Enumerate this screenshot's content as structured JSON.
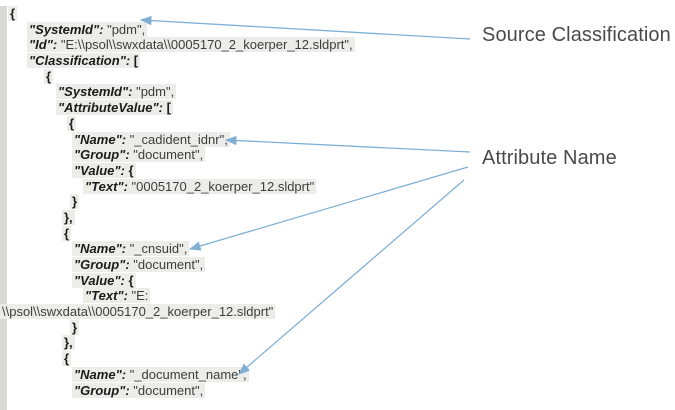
{
  "colors": {
    "background": "#ffffff",
    "gutter_bar": "#d8d8d5",
    "code_highlight": "#ecece9",
    "key_text": "#1b1b1b",
    "value_text": "#3d3d3d",
    "arrow": "#7fb0d4",
    "label_text": "#4a4a4a"
  },
  "annotations": [
    {
      "label": "Source Classification"
    },
    {
      "label": "Attribute Name"
    }
  ],
  "code": {
    "language": "json",
    "lines": [
      {
        "indent": 8,
        "seg": [
          {
            "s": "p",
            "t": "{"
          }
        ]
      },
      {
        "indent": 27,
        "seg": [
          {
            "s": "k",
            "t": "\"SystemId\":"
          },
          {
            "s": "v",
            "t": " \"pdm\","
          }
        ]
      },
      {
        "indent": 27,
        "seg": [
          {
            "s": "k",
            "t": "\"Id\":"
          },
          {
            "s": "v",
            "t": " \"E:\\\\psol\\\\swxdata\\\\0005170_2_koerper_12.sldprt\","
          }
        ]
      },
      {
        "indent": 27,
        "seg": [
          {
            "s": "k",
            "t": "\"Classification\":"
          },
          {
            "s": "p",
            "t": " ["
          }
        ]
      },
      {
        "indent": 44,
        "seg": [
          {
            "s": "p",
            "t": "{"
          }
        ]
      },
      {
        "indent": 56,
        "seg": [
          {
            "s": "k",
            "t": "\"SystemId\":"
          },
          {
            "s": "v",
            "t": " \"pdm\","
          }
        ]
      },
      {
        "indent": 56,
        "seg": [
          {
            "s": "k",
            "t": "\"AttributeValue\":"
          },
          {
            "s": "p",
            "t": " ["
          }
        ]
      },
      {
        "indent": 67,
        "seg": [
          {
            "s": "p",
            "t": "{"
          }
        ]
      },
      {
        "indent": 72,
        "seg": [
          {
            "s": "k",
            "t": "\"Name\":"
          },
          {
            "s": "v",
            "t": " \"_cadident_idnr\","
          }
        ]
      },
      {
        "indent": 72,
        "seg": [
          {
            "s": "k",
            "t": "\"Group\":"
          },
          {
            "s": "v",
            "t": " \"document\","
          }
        ]
      },
      {
        "indent": 72,
        "seg": [
          {
            "s": "k",
            "t": "\"Value\":"
          },
          {
            "s": "p",
            "t": " {"
          }
        ]
      },
      {
        "indent": 83,
        "seg": [
          {
            "s": "k",
            "t": "\"Text\":"
          },
          {
            "s": "v",
            "t": " \"0005170_2_koerper_12.sldprt\""
          }
        ]
      },
      {
        "indent": 70,
        "seg": [
          {
            "s": "p",
            "t": "}"
          }
        ]
      },
      {
        "indent": 62,
        "seg": [
          {
            "s": "p",
            "t": "},"
          }
        ]
      },
      {
        "indent": 62,
        "seg": [
          {
            "s": "p",
            "t": "{"
          }
        ]
      },
      {
        "indent": 72,
        "seg": [
          {
            "s": "k",
            "t": "\"Name\":"
          },
          {
            "s": "v",
            "t": " \"_cnsuid\","
          }
        ]
      },
      {
        "indent": 72,
        "seg": [
          {
            "s": "k",
            "t": "\"Group\":"
          },
          {
            "s": "v",
            "t": " \"document\","
          }
        ]
      },
      {
        "indent": 72,
        "seg": [
          {
            "s": "k",
            "t": "\"Value\":"
          },
          {
            "s": "p",
            "t": " {"
          }
        ]
      },
      {
        "indent": 83,
        "seg": [
          {
            "s": "k",
            "t": "\"Text\":"
          },
          {
            "s": "v",
            "t": " \"E:"
          }
        ]
      },
      {
        "indent": 0,
        "seg": [
          {
            "s": "v",
            "t": "\\\\psol\\\\swxdata\\\\0005170_2_koerper_12.sldprt\""
          }
        ]
      },
      {
        "indent": 70,
        "seg": [
          {
            "s": "p",
            "t": "}"
          }
        ]
      },
      {
        "indent": 62,
        "seg": [
          {
            "s": "p",
            "t": "},"
          }
        ]
      },
      {
        "indent": 62,
        "seg": [
          {
            "s": "p",
            "t": "{"
          }
        ]
      },
      {
        "indent": 72,
        "seg": [
          {
            "s": "k",
            "t": "\"Name\":"
          },
          {
            "s": "v",
            "t": " \"_document_name\","
          }
        ]
      },
      {
        "indent": 72,
        "seg": [
          {
            "s": "k",
            "t": "\"Group\":"
          },
          {
            "s": "v",
            "t": " \"document\","
          }
        ]
      }
    ]
  }
}
